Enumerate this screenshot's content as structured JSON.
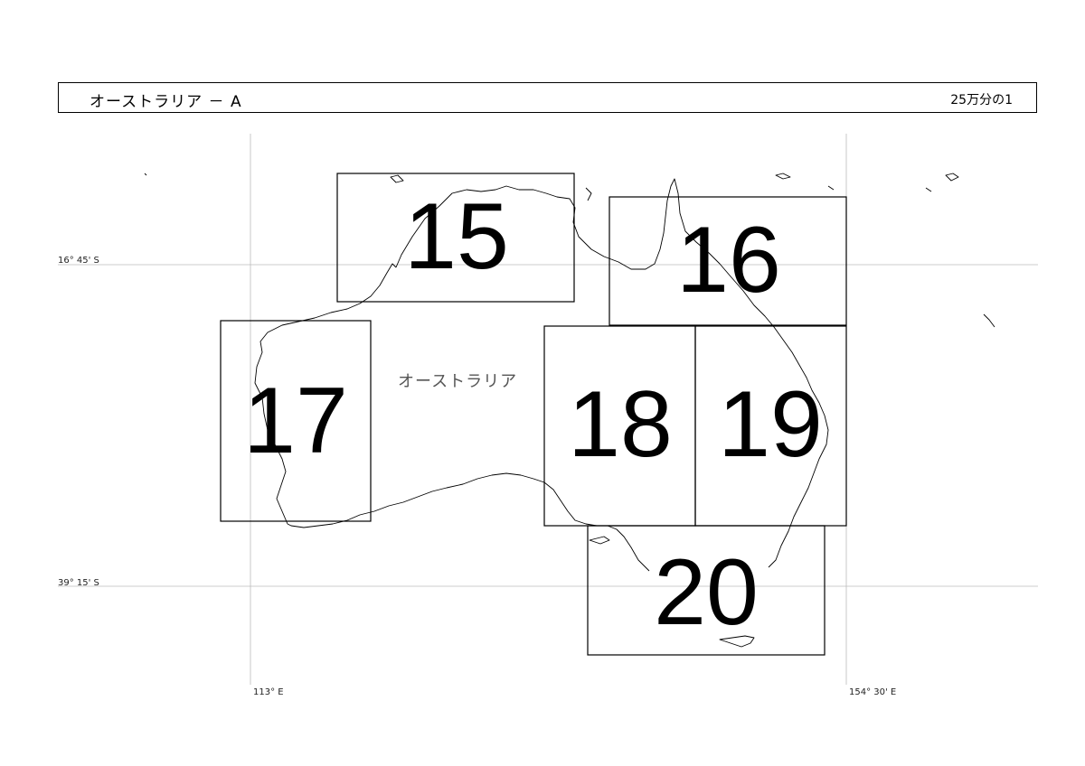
{
  "header": {
    "title": "オーストラリア － A",
    "scale": "25万分の1"
  },
  "map": {
    "country_label": "オーストラリア",
    "latitude_labels": {
      "north": "16° 45' S",
      "south": "39° 15' S"
    },
    "longitude_labels": {
      "west": "113° E",
      "east": "154° 30' E"
    },
    "sheets": [
      {
        "id": "15",
        "label": "15"
      },
      {
        "id": "16",
        "label": "16"
      },
      {
        "id": "17",
        "label": "17"
      },
      {
        "id": "18",
        "label": "18"
      },
      {
        "id": "19",
        "label": "19"
      },
      {
        "id": "20",
        "label": "20"
      }
    ],
    "colors": {
      "frame": "#000000",
      "grid": "#bbbbbb",
      "country_label": "#555555"
    }
  }
}
